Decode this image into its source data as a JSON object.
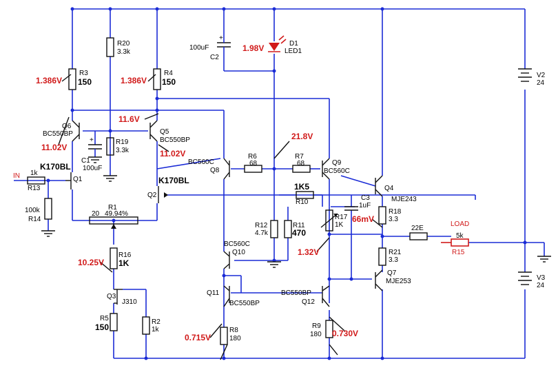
{
  "voltages": {
    "r3_node": "1.386V",
    "r4_node": "1.386V",
    "q6_base": "11.02V",
    "q5_collector": "11.6V",
    "q5_base": "11.02V",
    "led": "1.98V",
    "q9_emitter": "21.8V",
    "r16_node": "10.25V",
    "bias": "66mV",
    "r17_node": "1.32V",
    "q11_emitter": "0.715V",
    "q12_emitter": "0.730V"
  },
  "components": {
    "r3_name": "R3",
    "r3_val": "150",
    "r4_name": "R4",
    "r4_val": "150",
    "r20_name": "R20",
    "r20_val": "3.3k",
    "r19_name": "R19",
    "r19_val": "3.3k",
    "c1_name": "C1",
    "c1_val": "100uF",
    "c2_name": "C2",
    "c2_val": "100uF",
    "d1_name": "D1",
    "d1_val": "LED1",
    "q6_name": "Q6",
    "q6_val": "BC550BP",
    "q5_name": "Q5",
    "q5_val": "BC550BP",
    "q1_name": "Q1",
    "q1_val": "K170BL",
    "q2_name": "Q2",
    "q2_val": "K170BL",
    "r13_name": "R13",
    "r13_val": "1k",
    "r14_name": "R14",
    "r14_val": "100k",
    "in_label": "IN",
    "r1_name": "R1",
    "r1_val": "20",
    "r1_pct": "49.94%",
    "r16_name": "R16",
    "r16_val": "1K",
    "q3_name": "Q3",
    "q3_val": "J310",
    "r5_name": "R5",
    "r5_val": "150",
    "r2_name": "R2",
    "r2_val": "1k",
    "q8_name": "Q8",
    "q8_val": "BC560C",
    "q9_name": "Q9",
    "q9_val": "BC560C",
    "r6_name": "R6",
    "r6_val": "68",
    "r7_name": "R7",
    "r7_val": "68",
    "r12_name": "R12",
    "r12_val": "4.7k",
    "r11_name": "R11",
    "r11_val": "470",
    "q10_name": "Q10",
    "q10_val": "BC560C",
    "r10_name": "R10",
    "r10_val": "1K5",
    "c3_name": "C3",
    "c3_val": "1uF",
    "r17_name": "R17",
    "r17_val": "1K",
    "q4_name": "Q4",
    "q4_val": "MJE243",
    "r18_name": "R18",
    "r18_val": "3.3",
    "r21_name": "R21",
    "r21_val": "3.3",
    "q7_name": "Q7",
    "q7_val": "MJE253",
    "r22_val": "22E",
    "load_label": "LOAD",
    "r15_name": "R15",
    "r15_val": "5k",
    "q11_name": "Q11",
    "q11_val": "BC550BP",
    "q12_name": "Q12",
    "q12_val": "BC550BP",
    "r8_name": "R8",
    "r8_val": "180",
    "r9_name": "R9",
    "r9_val": "180",
    "v2_name": "V2",
    "v2_val": "24",
    "v3_name": "V3",
    "v3_val": "24"
  }
}
